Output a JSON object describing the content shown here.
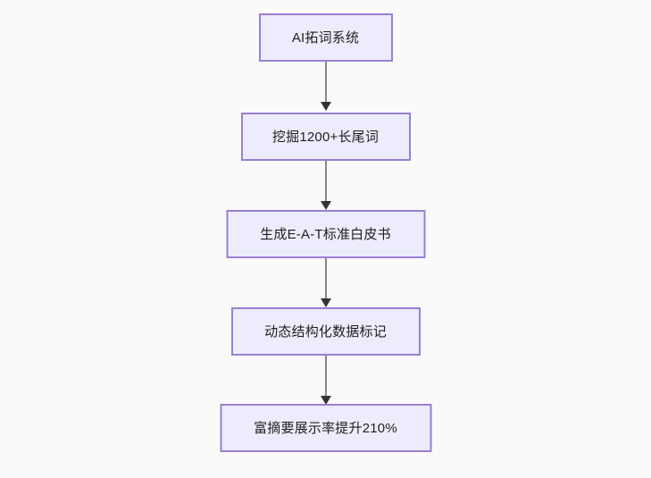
{
  "diagram": {
    "type": "flowchart",
    "orientation": "top-to-bottom",
    "background_color": "#fafafa",
    "node_fill_color": "#ececfc",
    "node_border_color": "#9a7fd4",
    "node_text_color": "#1f1f1f",
    "connector_color": "#888888",
    "arrowhead_color": "#333333",
    "nodes": [
      {
        "id": "n1",
        "label": "AI拓词系统"
      },
      {
        "id": "n2",
        "label": "挖掘1200+长尾词"
      },
      {
        "id": "n3",
        "label": "生成E-A-T标准白皮书"
      },
      {
        "id": "n4",
        "label": "动态结构化数据标记"
      },
      {
        "id": "n5",
        "label": "富摘要展示率提升210%"
      }
    ],
    "edges": [
      {
        "from": "n1",
        "to": "n2",
        "style": "solid-arrow"
      },
      {
        "from": "n2",
        "to": "n3",
        "style": "solid-arrow"
      },
      {
        "from": "n3",
        "to": "n4",
        "style": "solid-arrow"
      },
      {
        "from": "n4",
        "to": "n5",
        "style": "solid-arrow"
      }
    ]
  }
}
